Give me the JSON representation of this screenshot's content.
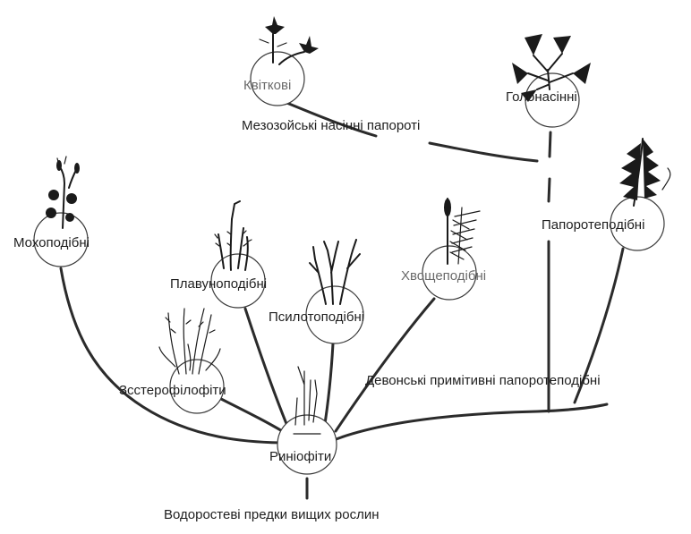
{
  "diagram": {
    "root_label": "Водоростеві предки вищих рослин",
    "nodes": [
      {
        "id": "rhyniophyta",
        "label": "Риніофіти"
      },
      {
        "id": "zosterophyllophyta",
        "label": "Зcстерофілофіти"
      },
      {
        "id": "bryophyta",
        "label": "Мохоподібні"
      },
      {
        "id": "lycopodiophyta",
        "label": "Плавуноподібні"
      },
      {
        "id": "psilotophyta",
        "label": "Псилотоподібні"
      },
      {
        "id": "equisetophyta",
        "label": "Хвощеподібні"
      },
      {
        "id": "polypodiophyta",
        "label": "Папоротеподібні"
      },
      {
        "id": "gymnosperms",
        "label": "Голонасінні"
      },
      {
        "id": "angiosperms",
        "label": "Квіткові"
      }
    ],
    "intermediate_labels": [
      {
        "id": "devonian-ferns",
        "label": "Девонські примітивні папоротеподібні"
      },
      {
        "id": "mesozoic-seed-ferns",
        "label": "Мезозойські насінні папороті"
      }
    ]
  }
}
